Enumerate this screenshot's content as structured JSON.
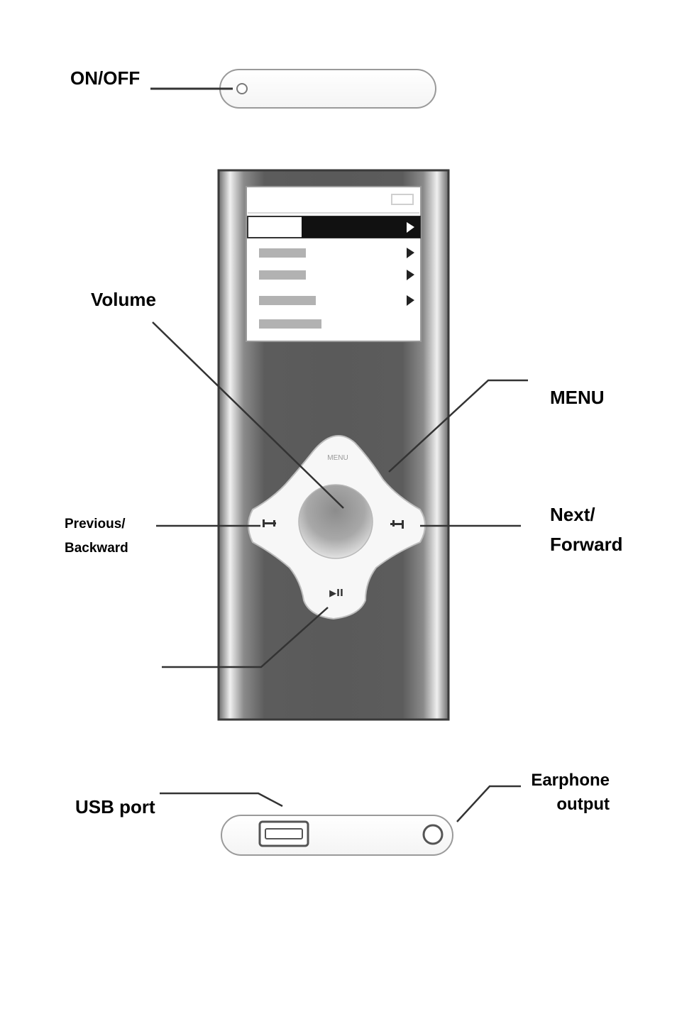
{
  "labels": {
    "on_off": "ON/OFF",
    "volume": "Volume",
    "menu": "MENU",
    "next_line1": "Next/",
    "next_line2": "Forward",
    "previous_line1": "Previous/",
    "previous_line2": "Backward",
    "usb_port": "USB port",
    "earphone_line1": "Earphone",
    "earphone_line2": "output"
  },
  "device": {
    "wheel_menu_text": "MENU",
    "play_pause_glyph": "▶II"
  },
  "icons": {
    "power_button": "power-button-icon",
    "usb_port": "usb-port-icon",
    "earphone_jack": "earphone-jack-icon",
    "previous": "previous-track-icon",
    "next": "next-track-icon",
    "play_pause": "play-pause-icon"
  },
  "colors": {
    "outline": "#9a9a9a",
    "body_dark": "#555555",
    "body_light": "#f2f2f2",
    "screen_highlight": "#111111",
    "leader_line": "#333333"
  }
}
